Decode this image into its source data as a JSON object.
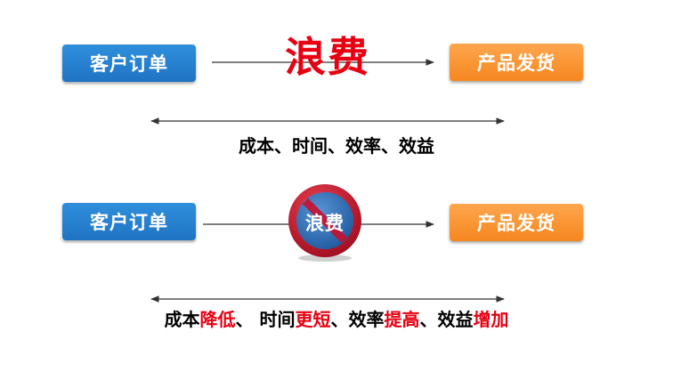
{
  "top_flow": {
    "left_box": "客户订单",
    "right_box": "产品发货",
    "waste_label": "浪费",
    "metrics": "成本、时间、效率、效益"
  },
  "bottom_flow": {
    "left_box": "客户订单",
    "right_box": "产品发货",
    "waste_label": "浪费",
    "metrics_parts": [
      {
        "text": "成本",
        "highlight": false
      },
      {
        "text": "降低",
        "highlight": true
      },
      {
        "text": "、 时间",
        "highlight": false
      },
      {
        "text": "更短",
        "highlight": true
      },
      {
        "text": "、效率",
        "highlight": false
      },
      {
        "text": "提高",
        "highlight": true
      },
      {
        "text": "、效益",
        "highlight": false
      },
      {
        "text": "增加",
        "highlight": true
      }
    ]
  },
  "colors": {
    "blue_box": "#1f74c2",
    "orange_box": "#f5871f",
    "waste_red": "#e60012",
    "badge_blue": "#2b6fb8",
    "badge_ring": "#c8102e"
  },
  "icons": [
    "no-sign-icon"
  ]
}
